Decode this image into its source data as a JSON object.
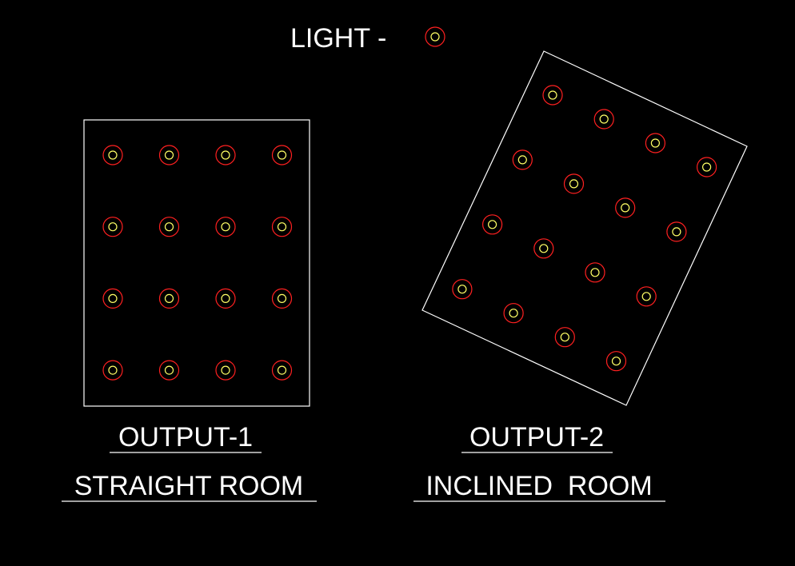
{
  "legend": {
    "label": "LIGHT -",
    "symbol_icon": "light-fixture-icon"
  },
  "colors": {
    "background": "#000000",
    "line": "#ffffff",
    "light_outer": "#ff2020",
    "light_inner": "#ffff66"
  },
  "rooms": [
    {
      "id": "straight",
      "output_label": "OUTPUT-1",
      "room_label": "STRAIGHT ROOM",
      "light_rows": 4,
      "light_cols": 4,
      "light_count": 16
    },
    {
      "id": "inclined",
      "output_label": "OUTPUT-2",
      "room_label": "INCLINED  ROOM",
      "light_rows": 4,
      "light_cols": 4,
      "light_count": 16
    }
  ]
}
